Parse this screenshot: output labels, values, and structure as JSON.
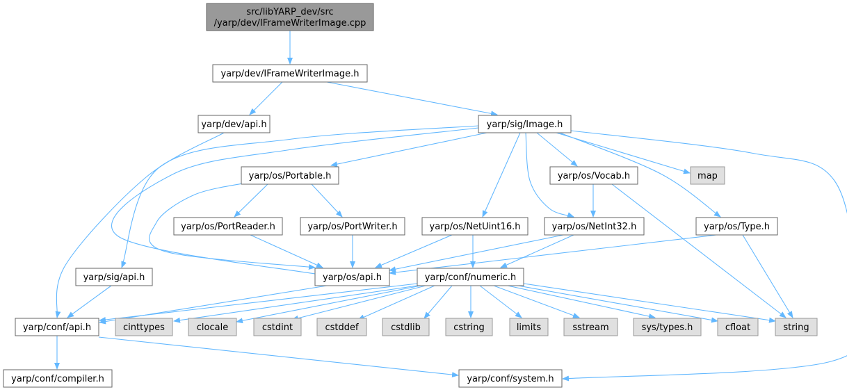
{
  "diagram": {
    "colors": {
      "root_fill": "#999999",
      "root_stroke": "#666666",
      "node_fill": "#ffffff",
      "node_stroke": "#666666",
      "system_fill": "#e0e0e0",
      "system_stroke": "#999999",
      "edge": "#63b8ff",
      "text": "#000000"
    },
    "nodes": [
      {
        "id": "root",
        "lines": [
          "src/libYARP_dev/src",
          "/yarp/dev/IFrameWriterImage.cpp"
        ],
        "kind": "root"
      },
      {
        "id": "ifwi",
        "lines": [
          "yarp/dev/IFrameWriterImage.h"
        ],
        "kind": "normal"
      },
      {
        "id": "devapi",
        "lines": [
          "yarp/dev/api.h"
        ],
        "kind": "normal"
      },
      {
        "id": "sigimage",
        "lines": [
          "yarp/sig/Image.h"
        ],
        "kind": "normal"
      },
      {
        "id": "portable",
        "lines": [
          "yarp/os/Portable.h"
        ],
        "kind": "normal"
      },
      {
        "id": "vocab",
        "lines": [
          "yarp/os/Vocab.h"
        ],
        "kind": "normal"
      },
      {
        "id": "map",
        "lines": [
          "map"
        ],
        "kind": "system"
      },
      {
        "id": "portreader",
        "lines": [
          "yarp/os/PortReader.h"
        ],
        "kind": "normal"
      },
      {
        "id": "portwriter",
        "lines": [
          "yarp/os/PortWriter.h"
        ],
        "kind": "normal"
      },
      {
        "id": "netuint16",
        "lines": [
          "yarp/os/NetUint16.h"
        ],
        "kind": "normal"
      },
      {
        "id": "netint32",
        "lines": [
          "yarp/os/NetInt32.h"
        ],
        "kind": "normal"
      },
      {
        "id": "ostype",
        "lines": [
          "yarp/os/Type.h"
        ],
        "kind": "normal"
      },
      {
        "id": "sigapi",
        "lines": [
          "yarp/sig/api.h"
        ],
        "kind": "normal"
      },
      {
        "id": "osapi",
        "lines": [
          "yarp/os/api.h"
        ],
        "kind": "normal"
      },
      {
        "id": "numeric",
        "lines": [
          "yarp/conf/numeric.h"
        ],
        "kind": "normal"
      },
      {
        "id": "confapi",
        "lines": [
          "yarp/conf/api.h"
        ],
        "kind": "normal"
      },
      {
        "id": "cinttypes",
        "lines": [
          "cinttypes"
        ],
        "kind": "system"
      },
      {
        "id": "clocale",
        "lines": [
          "clocale"
        ],
        "kind": "system"
      },
      {
        "id": "cstdint",
        "lines": [
          "cstdint"
        ],
        "kind": "system"
      },
      {
        "id": "cstddef",
        "lines": [
          "cstddef"
        ],
        "kind": "system"
      },
      {
        "id": "cstdlib",
        "lines": [
          "cstdlib"
        ],
        "kind": "system"
      },
      {
        "id": "cstring",
        "lines": [
          "cstring"
        ],
        "kind": "system"
      },
      {
        "id": "limits",
        "lines": [
          "limits"
        ],
        "kind": "system"
      },
      {
        "id": "sstream",
        "lines": [
          "sstream"
        ],
        "kind": "system"
      },
      {
        "id": "systypes",
        "lines": [
          "sys/types.h"
        ],
        "kind": "system"
      },
      {
        "id": "cfloat",
        "lines": [
          "cfloat"
        ],
        "kind": "system"
      },
      {
        "id": "string",
        "lines": [
          "string"
        ],
        "kind": "system"
      },
      {
        "id": "compiler",
        "lines": [
          "yarp/conf/compiler.h"
        ],
        "kind": "normal"
      },
      {
        "id": "system",
        "lines": [
          "yarp/conf/system.h"
        ],
        "kind": "normal"
      }
    ],
    "edges": [
      {
        "from": "root",
        "to": "ifwi"
      },
      {
        "from": "ifwi",
        "to": "devapi"
      },
      {
        "from": "ifwi",
        "to": "sigimage"
      },
      {
        "from": "devapi",
        "to": "confapi"
      },
      {
        "from": "sigimage",
        "to": "portable"
      },
      {
        "from": "sigimage",
        "to": "vocab"
      },
      {
        "from": "sigimage",
        "to": "map"
      },
      {
        "from": "sigimage",
        "to": "netuint16"
      },
      {
        "from": "sigimage",
        "to": "netint32"
      },
      {
        "from": "sigimage",
        "to": "ostype"
      },
      {
        "from": "sigimage",
        "to": "sigapi"
      },
      {
        "from": "sigimage",
        "to": "osapi"
      },
      {
        "from": "sigimage",
        "to": "system"
      },
      {
        "from": "portable",
        "to": "portreader"
      },
      {
        "from": "portable",
        "to": "portwriter"
      },
      {
        "from": "portable",
        "to": "osapi"
      },
      {
        "from": "portreader",
        "to": "osapi"
      },
      {
        "from": "portwriter",
        "to": "osapi"
      },
      {
        "from": "netuint16",
        "to": "osapi"
      },
      {
        "from": "netuint16",
        "to": "numeric"
      },
      {
        "from": "netint32",
        "to": "osapi"
      },
      {
        "from": "netint32",
        "to": "numeric"
      },
      {
        "from": "vocab",
        "to": "netint32"
      },
      {
        "from": "vocab",
        "to": "string"
      },
      {
        "from": "ostype",
        "to": "osapi"
      },
      {
        "from": "ostype",
        "to": "string"
      },
      {
        "from": "sigapi",
        "to": "confapi"
      },
      {
        "from": "osapi",
        "to": "confapi"
      },
      {
        "from": "numeric",
        "to": "confapi"
      },
      {
        "from": "numeric",
        "to": "cinttypes"
      },
      {
        "from": "numeric",
        "to": "clocale"
      },
      {
        "from": "numeric",
        "to": "cstdint"
      },
      {
        "from": "numeric",
        "to": "cstddef"
      },
      {
        "from": "numeric",
        "to": "cstdlib"
      },
      {
        "from": "numeric",
        "to": "cstring"
      },
      {
        "from": "numeric",
        "to": "limits"
      },
      {
        "from": "numeric",
        "to": "sstream"
      },
      {
        "from": "numeric",
        "to": "systypes"
      },
      {
        "from": "numeric",
        "to": "cfloat"
      },
      {
        "from": "numeric",
        "to": "string"
      },
      {
        "from": "confapi",
        "to": "compiler"
      },
      {
        "from": "confapi",
        "to": "system"
      }
    ]
  }
}
